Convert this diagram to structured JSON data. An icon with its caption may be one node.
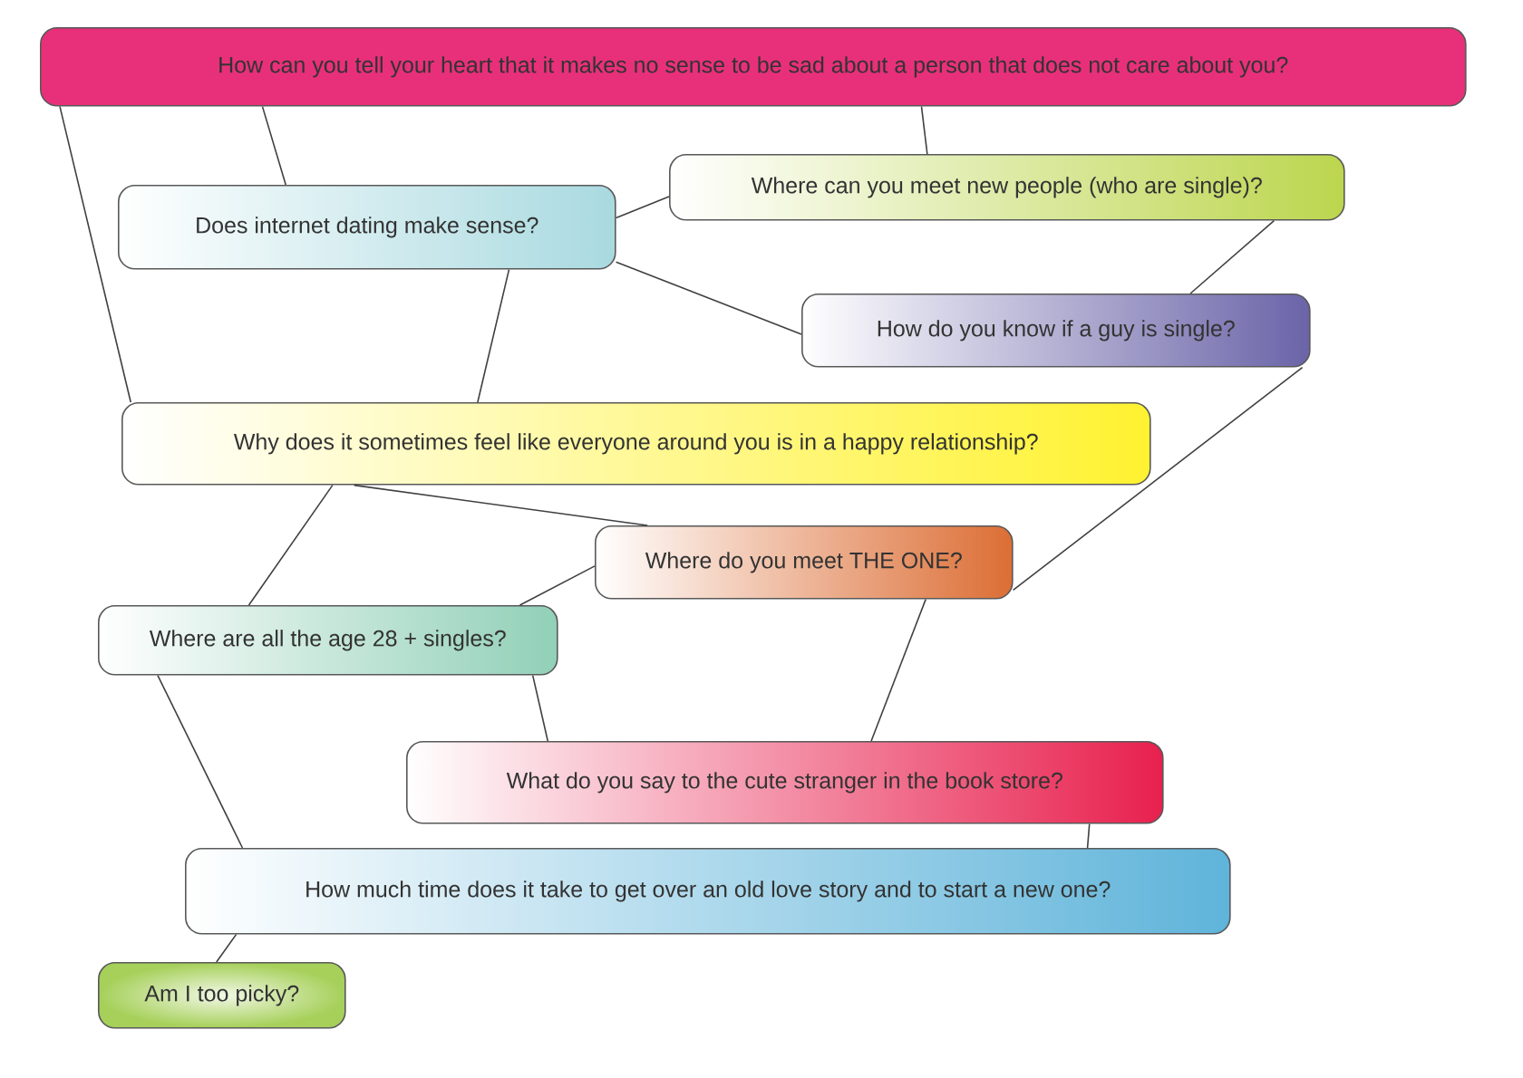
{
  "diagram": {
    "nodes": [
      {
        "text": [
          "How can you tell your heart that it makes no sense to be sad about a person that does not care about you?"
        ]
      },
      {
        "text": [
          "Where can you meet new people (who are single)?"
        ]
      },
      {
        "text": [
          "Does internet dating make sense?"
        ]
      },
      {
        "text": [
          "How do you know if a guy is single?"
        ]
      },
      {
        "text": [
          "Why does it sometimes feel like everyone around you is in a happy relationship?"
        ]
      },
      {
        "text": [
          "Where do you meet THE ONE?"
        ]
      },
      {
        "text": [
          "Where are all the age 28 + singles?"
        ]
      },
      {
        "text": [
          "What do you say to the cute stranger in the book store?"
        ]
      },
      {
        "text": [
          "How much time does it take to get over an old love story and to start a new one?"
        ]
      },
      {
        "text": [
          "Am I too picky?"
        ]
      }
    ],
    "edges": [
      {
        "from": 0,
        "to": 4,
        "arrow": "none"
      },
      {
        "from": 0,
        "to": 2,
        "arrow": "none"
      },
      {
        "from": 0,
        "to": 1,
        "arrow": "none"
      },
      {
        "from": 2,
        "to": 1,
        "arrow": "none"
      },
      {
        "from": 2,
        "to": 3,
        "arrow": "none"
      },
      {
        "from": 1,
        "to": 3,
        "arrow": "none"
      },
      {
        "from": 2,
        "to": 4,
        "arrow": "none"
      },
      {
        "from": 3,
        "to": 5,
        "arrow": "none"
      },
      {
        "from": 4,
        "to": 6,
        "arrow": "none"
      },
      {
        "from": 4,
        "to": 5,
        "arrow": "none"
      },
      {
        "from": 5,
        "to": 6,
        "arrow": "none"
      },
      {
        "from": 5,
        "to": 7,
        "arrow": "none"
      },
      {
        "from": 6,
        "to": 7,
        "arrow": "none"
      },
      {
        "from": 6,
        "to": 8,
        "arrow": "none"
      },
      {
        "from": 7,
        "to": 8,
        "arrow": "none"
      },
      {
        "from": 8,
        "to": 9,
        "arrow": "none"
      }
    ]
  }
}
